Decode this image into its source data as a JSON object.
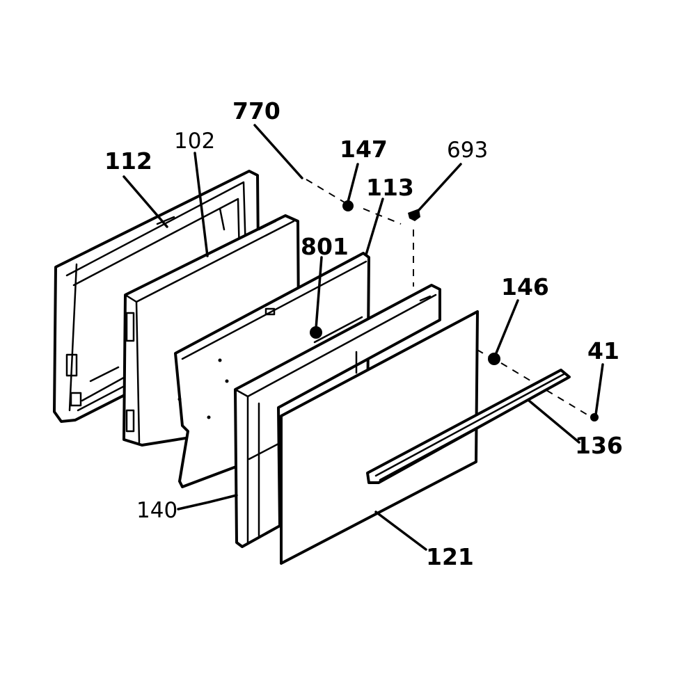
{
  "labels": {
    "l770": "770",
    "l147": "147",
    "l693": "693",
    "l112": "112",
    "l102": "102",
    "l113": "113",
    "l801": "801",
    "l146": "146",
    "l41": "41",
    "l136": "136",
    "l140": "140",
    "l121": "121"
  }
}
